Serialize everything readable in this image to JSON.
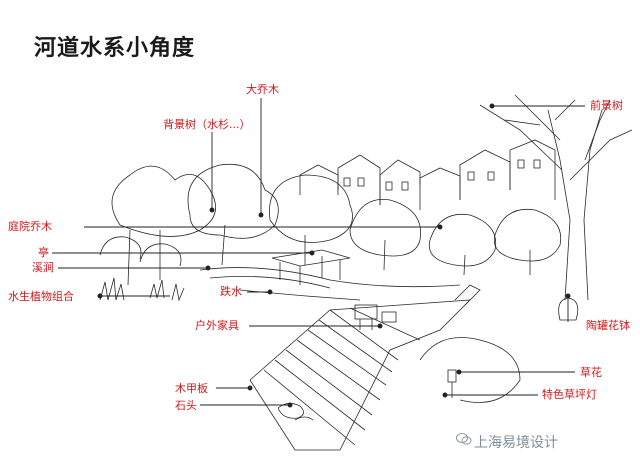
{
  "title": "河道水系小角度",
  "labels": {
    "da_qiao_mu": "大乔木",
    "bei_jing_shu": "背景树（水杉...）",
    "qian_jing_shu": "前景树",
    "ting_yuan_qiao_mu": "庭院乔木",
    "ting": "亭",
    "xi_jian": "溪涧",
    "shui_sheng_zhi_wu": "水生植物组合",
    "die_shui": "跌水",
    "hu_wai_jia_ju": "户外家具",
    "tao_guan_hua_bo": "陶罐花钵",
    "cao_hua": "草花",
    "mu_jia_ban": "木甲板",
    "shi_tou": "石头",
    "te_se_cao_ping_deng": "特色草坪灯"
  },
  "watermark": "上海易境设计",
  "colors": {
    "label": "#d0191b",
    "line": "#222222",
    "sketch": "#2a2a2a"
  }
}
